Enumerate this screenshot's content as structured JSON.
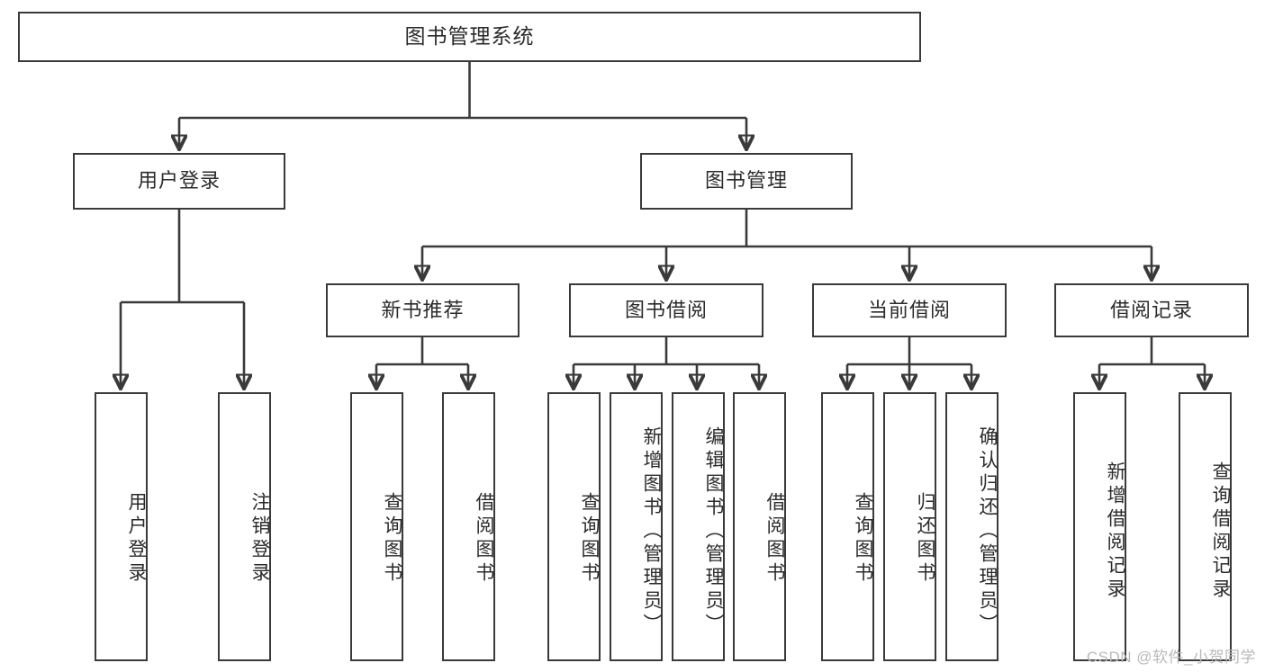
{
  "diagram": {
    "title": "图书管理系统",
    "type": "hierarchy-tree",
    "root": {
      "label": "图书管理系统"
    },
    "level2": [
      {
        "label": "用户登录"
      },
      {
        "label": "图书管理"
      }
    ],
    "level3": [
      {
        "label": "新书推荐"
      },
      {
        "label": "图书借阅"
      },
      {
        "label": "当前借阅"
      },
      {
        "label": "借阅记录"
      }
    ],
    "leaves": {
      "user_login": [
        {
          "label": "用户登录"
        },
        {
          "label": "注销登录"
        }
      ],
      "new_book_recommend": [
        {
          "label": "查询图书"
        },
        {
          "label": "借阅图书"
        }
      ],
      "book_borrow": [
        {
          "label": "查询图书"
        },
        {
          "label": "新增图书（管理员）"
        },
        {
          "label": "编辑图书（管理员）"
        },
        {
          "label": "借阅图书"
        }
      ],
      "current_borrow": [
        {
          "label": "查询图书"
        },
        {
          "label": "归还图书"
        },
        {
          "label": "确认归还（管理员）"
        }
      ],
      "borrow_record": [
        {
          "label": "新增借阅记录"
        },
        {
          "label": "查询借阅记录"
        }
      ]
    }
  },
  "watermark": {
    "text": "CSDN @软件_小贺同学"
  },
  "colors": {
    "box_border": "#3a3a3a",
    "box_fill": "#ffffff",
    "text": "#2b2b2b",
    "watermark": "#b9b9b9",
    "background": "#ffffff"
  }
}
